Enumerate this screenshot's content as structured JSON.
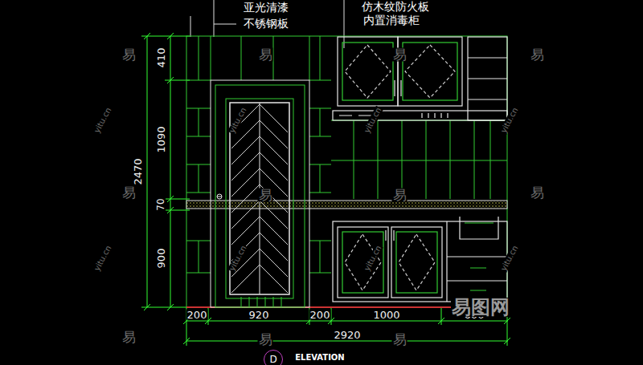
{
  "diagram": {
    "nodes": [
      {
        "text": [
          "D"
        ]
      }
    ],
    "labels": [
      "亚光清漆",
      "不锈钢板",
      "仿木纹防火板",
      "内置消毒柜",
      "410",
      "1090",
      "70",
      "900",
      "2470",
      "200",
      "920",
      "200",
      "1000",
      "600",
      "2920",
      "ELEVATION",
      "易",
      "易",
      "易",
      "易",
      "易",
      "易",
      "易",
      "易",
      "易",
      "易",
      "易",
      "yitu.cn",
      "yitu.cn",
      "yitu.cn",
      "yitu.cn",
      "yitu.cn",
      "yitu.cn",
      "yitu.cn",
      "yitu.cn",
      "易图网"
    ]
  }
}
